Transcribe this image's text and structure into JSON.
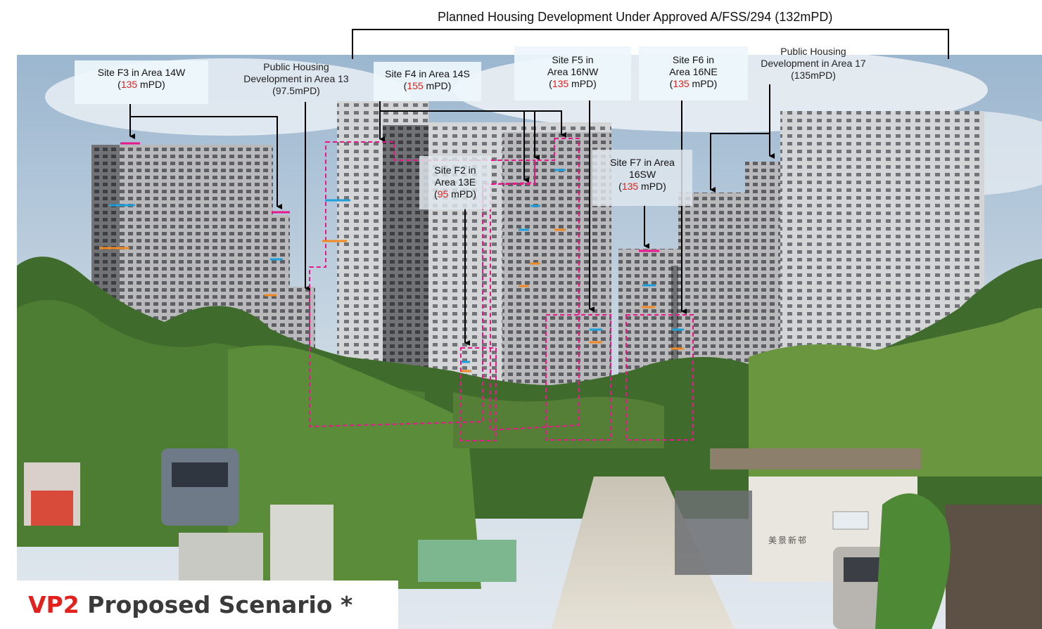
{
  "title": "Planned Housing Development Under Approved A/FSS/294 (132mPD)",
  "labels": {
    "f3": {
      "line1": "Site F3 in Area 14W",
      "height": "135",
      "unit": " mPD)"
    },
    "p13": {
      "line1": "Public Housing",
      "line2": "Development in Area 13",
      "line3": "(97.5mPD)"
    },
    "f4": {
      "line1": "Site F4 in Area 14S",
      "height": "155",
      "unit": " mPD)"
    },
    "f5": {
      "line1": "Site F5 in",
      "line2": "Area 16NW",
      "height": "135",
      "unit": " mPD)"
    },
    "f6": {
      "line1": "Site F6 in",
      "line2": "Area 16NE",
      "height": "135",
      "unit": " mPD)"
    },
    "p17": {
      "line1": "Public Housing",
      "line2": "Development in Area 17",
      "line3": "(135mPD)"
    },
    "f2": {
      "line1": "Site F2 in",
      "line2": "Area 13E",
      "height": "95",
      "unit": " mPD)"
    },
    "f7": {
      "line1": "Site F7 in Area",
      "line2": "16SW",
      "height": "135",
      "unit": " mPD)"
    }
  },
  "caption": {
    "vp": "VP2",
    "text": " Proposed Scenario *"
  },
  "signboard": "美景新邨",
  "colors": {
    "pink": "#e8178a",
    "blue": "#1ea0dc",
    "orange": "#f08a24",
    "red": "#e3201b"
  }
}
